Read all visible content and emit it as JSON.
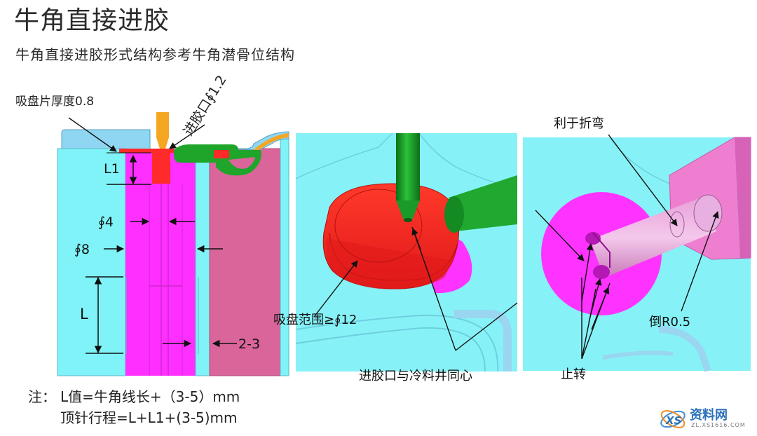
{
  "title": "牛角直接进胶",
  "subtitle": "牛角直接进胶形式结构参考牛角潜骨位结构",
  "panel_left": {
    "label_suction_thickness": "吸盘片厚度0.8",
    "label_gate": "进胶口∮1.2",
    "label_L1": "L1",
    "label_d4": "∮4",
    "label_d8": "∮8",
    "label_L": "L",
    "label_2_3": "2-3"
  },
  "panel_mid": {
    "label_suction_range": "吸盘范围≥∮12",
    "label_concentric": "进胶口与冷料井同心"
  },
  "panel_right": {
    "label_bend": "利于折弯",
    "label_r05": "倒R0.5",
    "label_antirotate": "止转"
  },
  "notes": {
    "prefix": "注：",
    "line1": "L值=牛角线长+（3-5）mm",
    "line2": "顶针行程=L+L1+(3-5)mm"
  },
  "watermark": {
    "brand": "资料网",
    "url": "ZL.XS1616.COM"
  },
  "colors": {
    "cyan": "#7ff3f7",
    "sky": "#8fd6f2",
    "magenta": "#ff33ff",
    "pink": "#d9659a",
    "red": "#ff2a2a",
    "green": "#1fa52a",
    "orange": "#f5a623"
  }
}
